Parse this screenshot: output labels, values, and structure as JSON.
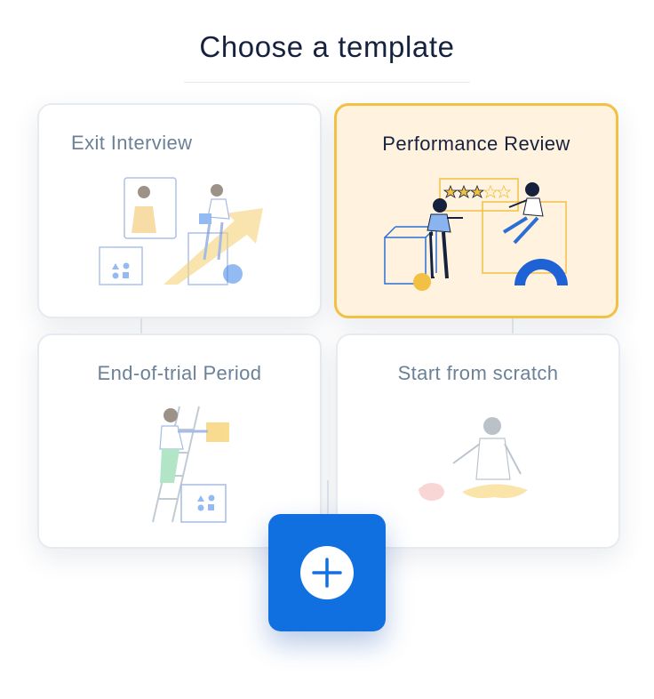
{
  "header": {
    "title": "Choose a template"
  },
  "templates": [
    {
      "label": "Exit Interview",
      "selected": false
    },
    {
      "label": "Performance Review",
      "selected": true
    },
    {
      "label": "End-of-trial Period",
      "selected": false
    },
    {
      "label": "Start from scratch",
      "selected": false
    }
  ],
  "performance_review": {
    "rating_stars": 3,
    "rating_max": 5
  },
  "add_button": {
    "icon": "plus-icon"
  },
  "colors": {
    "title_text": "#16213e",
    "selected_label": "#16213e",
    "muted_label": "#6b8197",
    "selected_border": "#f2c043",
    "selected_background": "#fff3df",
    "accent_blue": "#1170e0",
    "illustration_blue": "#2b6fd6",
    "illustration_yellow": "#f6c445"
  }
}
